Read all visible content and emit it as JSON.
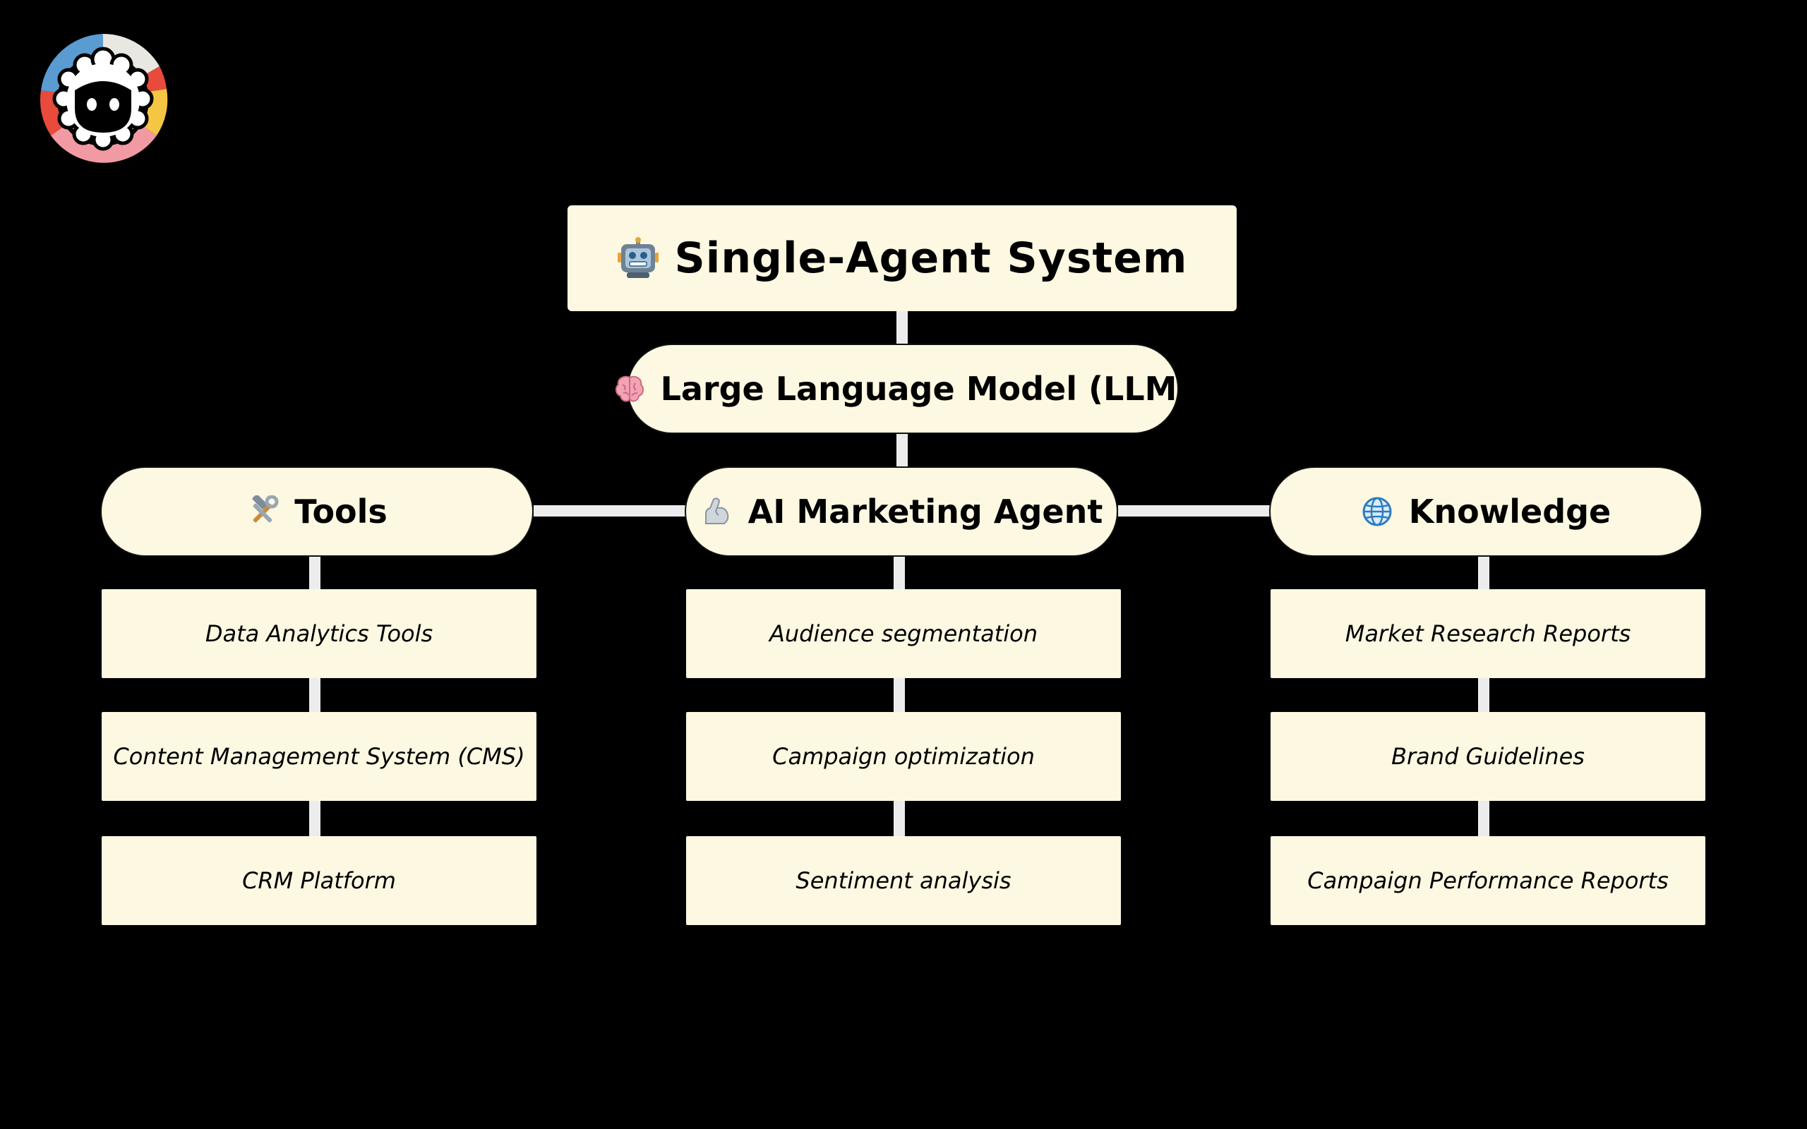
{
  "diagram": {
    "title": "Single-Agent System",
    "llm": "Large Language Model (LLM)",
    "columns": [
      {
        "heading": "Tools",
        "icon": "hammer-wrench-icon",
        "items": [
          "Data Analytics Tools",
          "Content Management System (CMS)",
          "CRM Platform"
        ]
      },
      {
        "heading": "AI Marketing Agent",
        "icon": "flexed-arm-icon",
        "items": [
          "Audience segmentation",
          "Campaign optimization",
          "Sentiment analysis"
        ]
      },
      {
        "heading": "Knowledge",
        "icon": "globe-icon",
        "items": [
          "Market Research Reports",
          "Brand Guidelines",
          "Campaign Performance Reports"
        ]
      }
    ]
  },
  "colors": {
    "background": "#000000",
    "node_fill": "#fdf8e1",
    "connector": "#ececec",
    "text": "#000000"
  },
  "icons": {
    "logo": "sheep-logo-icon",
    "title": "robot-icon",
    "llm": "brain-icon"
  }
}
